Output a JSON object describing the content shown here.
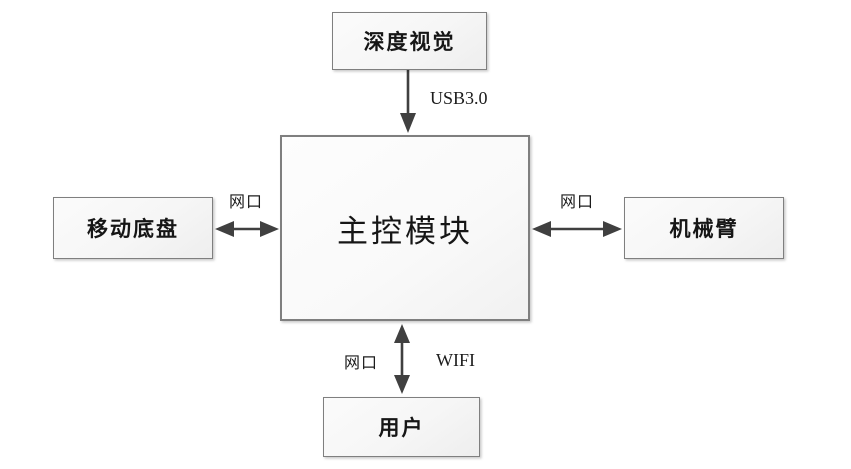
{
  "diagram": {
    "title": "robot-system-architecture-block-diagram",
    "nodes": {
      "depth_vision": {
        "label": "深度视觉"
      },
      "main_control": {
        "label": "主控模块"
      },
      "mobile_chassis": {
        "label": "移动底盘"
      },
      "robot_arm": {
        "label": "机械臂"
      },
      "user": {
        "label": "用户"
      }
    },
    "edges": {
      "usb": {
        "label": "USB3.0"
      },
      "left_network": {
        "label": "网口"
      },
      "right_network": {
        "label": "网口"
      },
      "bottom_network": {
        "label": "网口"
      },
      "wifi": {
        "label": "WIFI"
      }
    },
    "colors": {
      "background": "#ffffff",
      "box_border": "#7f7f7f",
      "box_fill": "#f6f6f6",
      "arrow": "#404040",
      "text": "#161616"
    }
  }
}
